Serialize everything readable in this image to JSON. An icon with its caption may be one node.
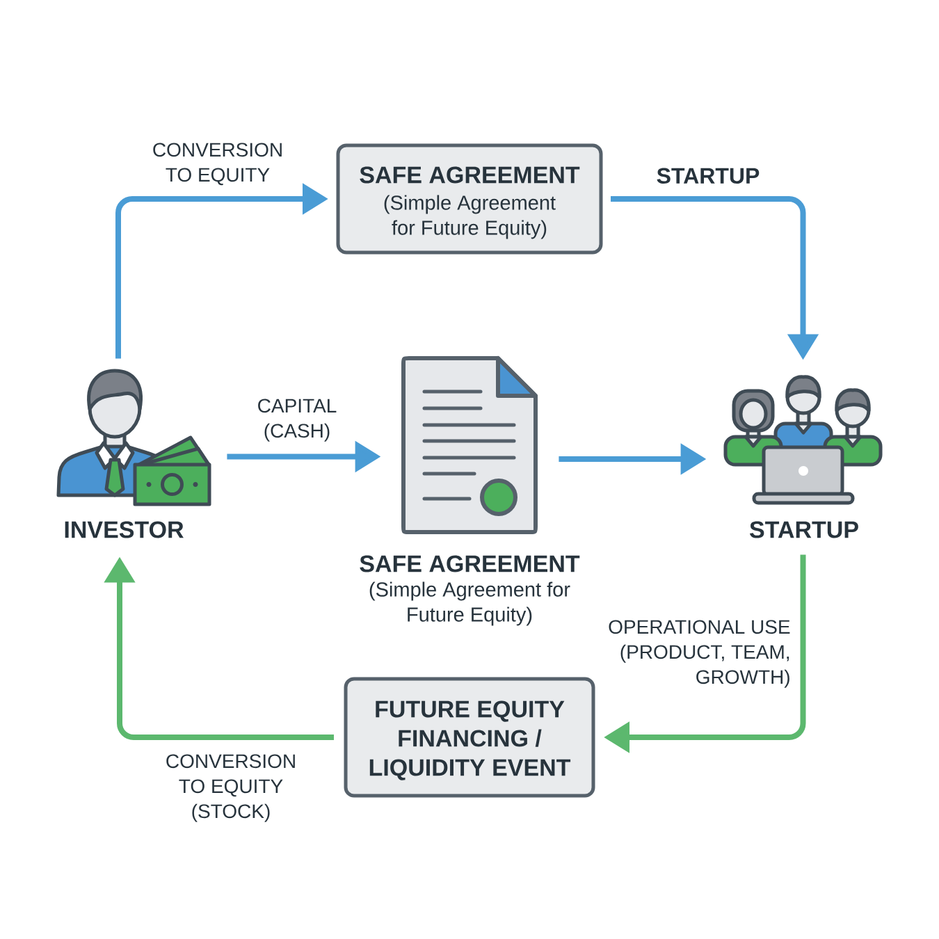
{
  "diagram": {
    "nodes": [
      {
        "text": [
          "SAFE AGREEMENT",
          "(Simple Agreement for Future Equity)"
        ]
      },
      {
        "text": [
          "INVESTOR"
        ]
      },
      {
        "text": [
          "SAFE AGREEMENT",
          "(Simple Agreement for Future Equity)"
        ]
      },
      {
        "text": [
          "STARTUP"
        ]
      },
      {
        "text": [
          "FUTURE EQUITY FINANCING / LIQUIDITY EVENT"
        ]
      }
    ],
    "edges": [
      {
        "from": 1,
        "to": 0,
        "arrow": "to",
        "label": "CONVERSION TO EQUITY"
      },
      {
        "from": 0,
        "to": 3,
        "arrow": "to",
        "label": "STARTUP"
      },
      {
        "from": 1,
        "to": 2,
        "arrow": "to",
        "label": "CAPITAL (CASH)"
      },
      {
        "from": 2,
        "to": 3,
        "arrow": "to"
      },
      {
        "from": 3,
        "to": 4,
        "arrow": "to",
        "label": "OPERATIONAL USE (PRODUCT, TEAM, GROWTH)",
        "color": "#5cb86e"
      },
      {
        "from": 4,
        "to": 1,
        "arrow": "to",
        "label": "CONVERSION TO EQUITY (STOCK)",
        "color": "#5cb86e"
      }
    ]
  }
}
